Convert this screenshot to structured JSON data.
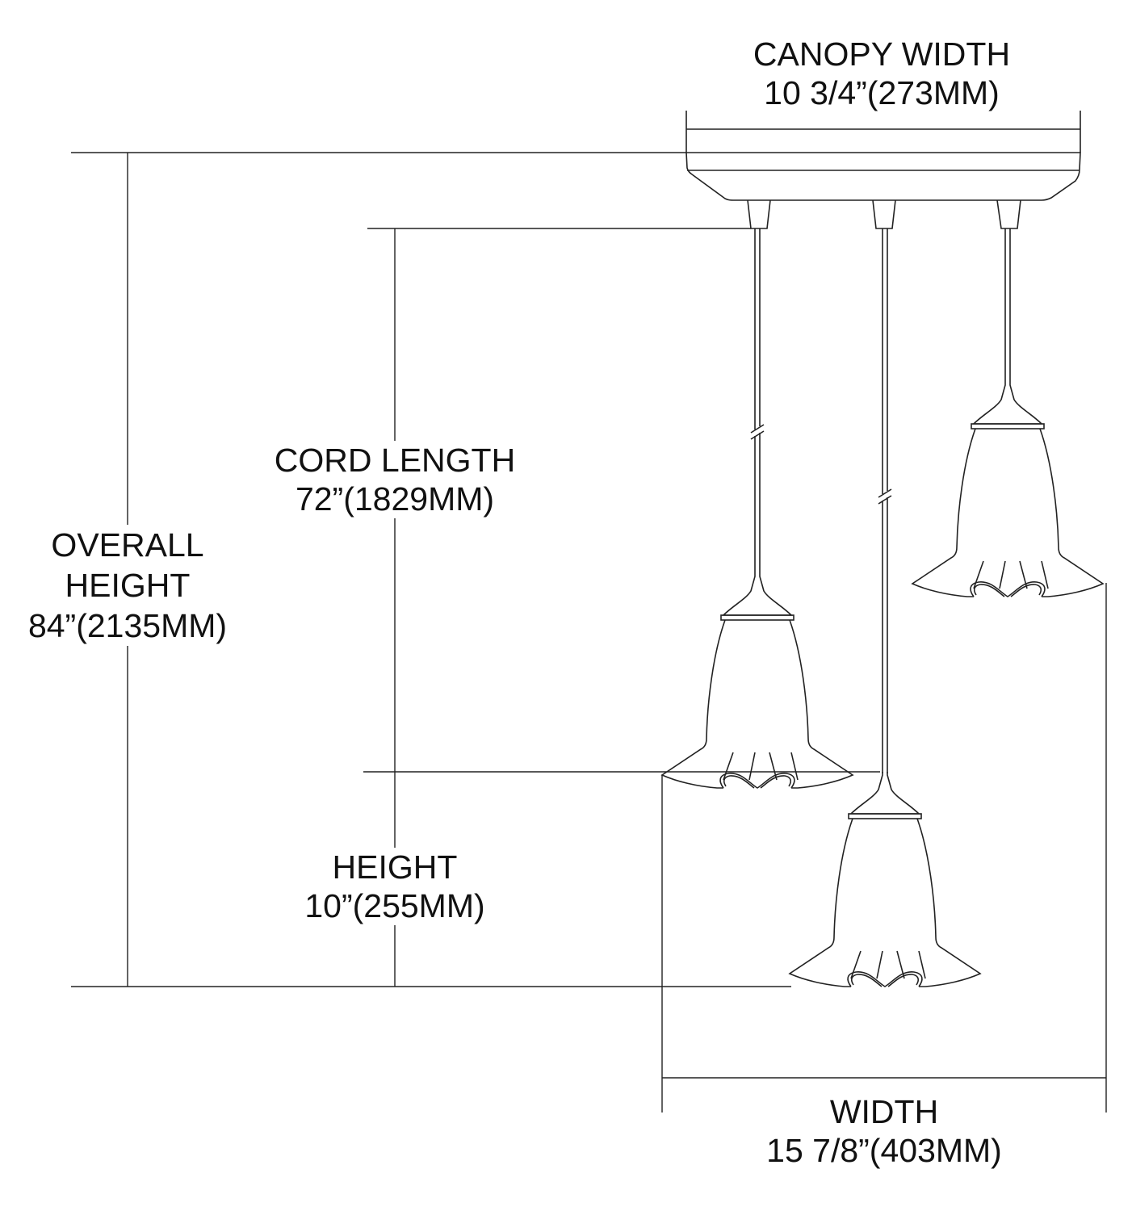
{
  "canopy": {
    "title": "CANOPY WIDTH",
    "value": "10 3/4”(273MM)"
  },
  "cord": {
    "title": "CORD LENGTH",
    "value": "72”(1829MM)"
  },
  "overall": {
    "title_line1": "OVERALL",
    "title_line2": "HEIGHT",
    "value": "84”(2135MM)"
  },
  "height": {
    "title": "HEIGHT",
    "value": "10”(255MM)"
  },
  "width": {
    "title": "WIDTH",
    "value": "15 7/8”(403MM)"
  },
  "colors": {
    "line": "#222222",
    "text": "#111111",
    "background": "#ffffff"
  }
}
